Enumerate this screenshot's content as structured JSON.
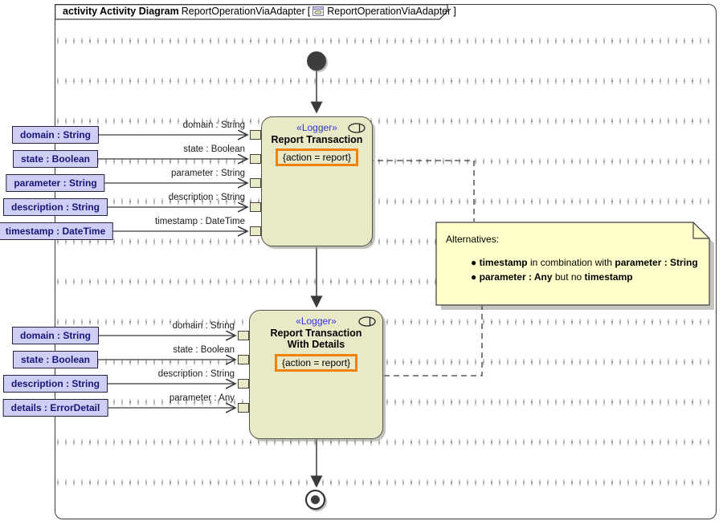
{
  "frame": {
    "title_prefix": "activity Activity Diagram",
    "title_name": "ReportOperationViaAdapter",
    "lbracket": "[",
    "ref_name": "ReportOperationViaAdapter",
    "rbracket": "]",
    "diagram_icon": "activity-diagram-icon"
  },
  "colors": {
    "action_fill": "#e9e9c8",
    "param_fill": "#cfcff5",
    "param_text": "#16167a",
    "note_fill": "#ffffcc",
    "stereotype_blue": "#3333e0",
    "highlight_orange": "#ef8207",
    "line": "#3a3a3a"
  },
  "actions": [
    {
      "stereotype": "«Logger»",
      "name1": "Report Transaction",
      "name2": "",
      "constraint": "{action = report}"
    },
    {
      "stereotype": "«Logger»",
      "name1": "Report Transaction",
      "name2": "With Details",
      "constraint": "{action = report}"
    }
  ],
  "top_params": [
    {
      "label": "domain : String",
      "edge_label": "domain : String"
    },
    {
      "label": "state : Boolean",
      "edge_label": "state : Boolean"
    },
    {
      "label": "parameter : String",
      "edge_label": "parameter : String"
    },
    {
      "label": "description : String",
      "edge_label": "description : String"
    },
    {
      "label": "timestamp : DateTime",
      "edge_label": "timestamp : DateTime"
    }
  ],
  "bottom_params": [
    {
      "label": "domain : String",
      "edge_label": "domain : String"
    },
    {
      "label": "state : Boolean",
      "edge_label": "state : Boolean"
    },
    {
      "label": "description : String",
      "edge_label": "description : String"
    },
    {
      "label": "details : ErrorDetail",
      "edge_label": "parameter : Any"
    }
  ],
  "note": {
    "title": "Alternatives:",
    "bullet": "●",
    "bullets": [
      {
        "parts": [
          {
            "t": "timestamp"
          },
          {
            "t": " in combination with  "
          },
          {
            "t": "parameter : String"
          }
        ]
      },
      {
        "parts": [
          {
            "t": "parameter : Any"
          },
          {
            "t": " but no "
          },
          {
            "t": "timestamp"
          }
        ]
      }
    ]
  }
}
